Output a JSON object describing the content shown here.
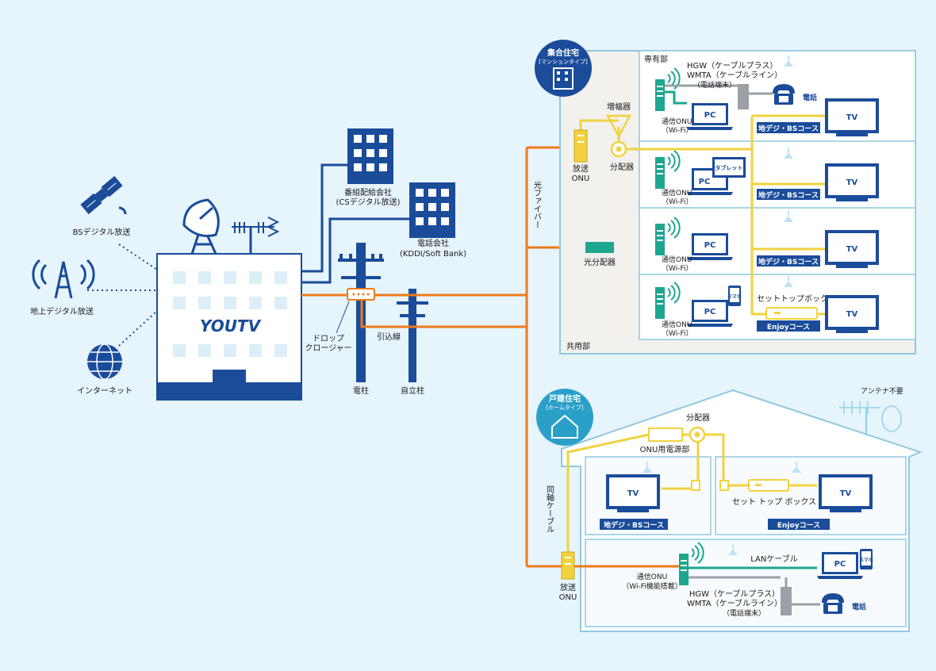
{
  "sources": {
    "bs": "BSデジタル放送",
    "terrestrial": "地上デジタル放送",
    "internet": "インターネット"
  },
  "station": {
    "logo": "YOUTV"
  },
  "partners": {
    "broadcaster": [
      "番組配給会社",
      "(CSデジタル放送)"
    ],
    "telecom": [
      "電話会社",
      "(KDDI/Soft Bank)"
    ]
  },
  "outside": {
    "drop_closure": [
      "ドロップ",
      "クロージャー"
    ],
    "service_line": "引込線",
    "pole": "電柱",
    "self_pole": "自立柱",
    "fiber": "光ファイバー",
    "splitter_optical": "光分配器"
  },
  "apartment": {
    "badge_title": "集合住宅",
    "badge_sub": "[マンションタイプ]",
    "private_area": "専有部",
    "common_area": "共用部",
    "hgw_lines": [
      "HGW（ケーブルプラス）",
      "WMTA（ケーブルライン）",
      "（電話端末）"
    ],
    "phone": "電話",
    "amplifier": "増幅器",
    "splitter": "分配器",
    "onu_broadcast": [
      "放送",
      "ONU"
    ],
    "onu_comm": [
      "通信ONU",
      "（Wi-Fi）"
    ],
    "pc": "PC",
    "tablet": "タブレット",
    "smartphone": "スマホ",
    "tv": "TV",
    "course_digital": "地デジ・BSコース",
    "stb": "セットトップボックス",
    "course_enjoy": "Enjoyコース"
  },
  "house": {
    "badge_title": "戸建住宅",
    "badge_sub": "[ホームタイプ]",
    "no_antenna": "アンテナ不要",
    "splitter": "分配器",
    "onu_power": "ONU用電源部",
    "coax": "同軸ケーブル",
    "onu_broadcast": [
      "放送",
      "ONU"
    ],
    "tv": "TV",
    "course_digital": "地デジ・BSコース",
    "stb": "セット トップ ボックス",
    "course_enjoy": "Enjoyコース",
    "onu_comm": [
      "通信ONU",
      "（Wi-Fi機能搭載）"
    ],
    "lan": "LANケーブル",
    "pc": "PC",
    "smartphone": "スマホ",
    "hgw_lines": [
      "HGW（ケーブルプラス）",
      "WMTA（ケーブルライン）",
      "（電話端末）"
    ],
    "phone": "電話"
  },
  "colors": {
    "navy": "#1a4c9a",
    "orange": "#ee7a1b",
    "yellow": "#f1d23e",
    "teal": "#1ea690",
    "cyan": "#6dc4e0",
    "gray": "#9aa0a6"
  }
}
